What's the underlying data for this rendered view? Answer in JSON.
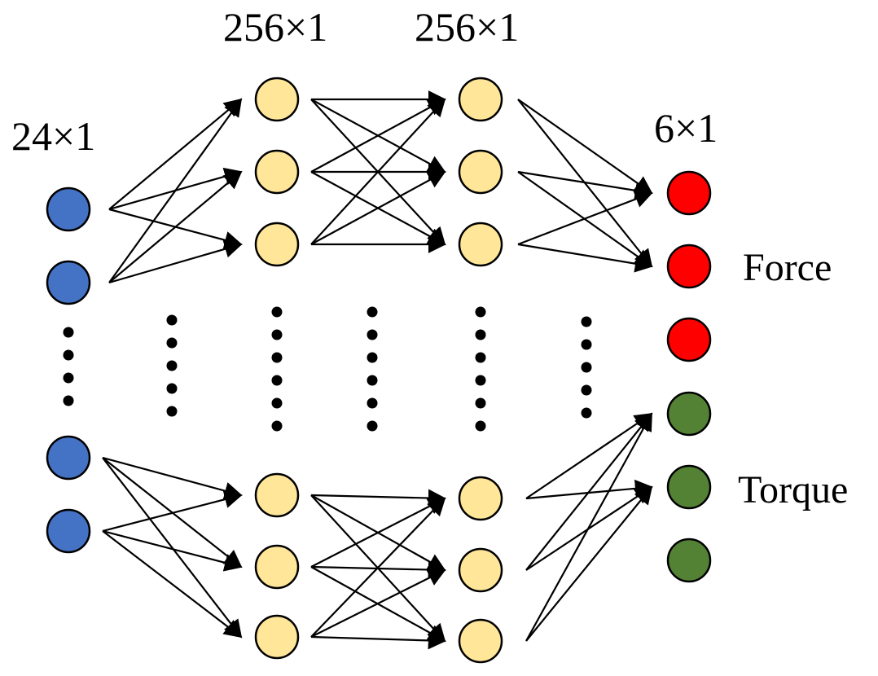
{
  "diagram": {
    "layers": [
      {
        "id": "input",
        "label": "24×1",
        "color": "#4472C4",
        "top_nodes": 2,
        "bottom_nodes": 2
      },
      {
        "id": "hidden1",
        "label": "256×1",
        "color": "#FFE699",
        "top_nodes": 3,
        "bottom_nodes": 3
      },
      {
        "id": "hidden2",
        "label": "256×1",
        "color": "#FFE699",
        "top_nodes": 3,
        "bottom_nodes": 3
      },
      {
        "id": "output",
        "label": "6×1",
        "color_force": "#FF0000",
        "color_torque": "#548235",
        "force_nodes": 3,
        "torque_nodes": 3
      }
    ],
    "output_groups": {
      "force": "Force",
      "torque": "Torque"
    },
    "edge_color": "#000000",
    "node_stroke": "#000000",
    "ellipsis_dot_color": "#000000"
  }
}
